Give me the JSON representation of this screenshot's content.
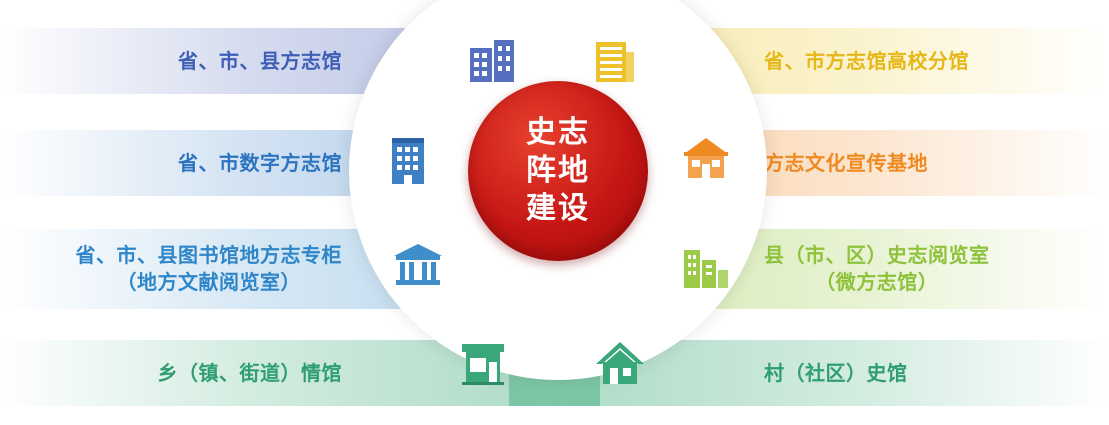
{
  "center": {
    "lines": [
      "史志",
      "阵地",
      "建设"
    ],
    "color": "#c51614"
  },
  "left_items": [
    {
      "lines": [
        "省、市、县方志馆"
      ],
      "color": "#3f5fb7"
    },
    {
      "lines": [
        "省、市数字方志馆"
      ],
      "color": "#2d74c0"
    },
    {
      "lines": [
        "省、市、县图书馆地方志专柜",
        "（地方文献阅览室）"
      ],
      "color": "#2f86c8"
    },
    {
      "lines": [
        "乡（镇、街道）情馆"
      ],
      "color": "#2f9e72"
    }
  ],
  "right_items": [
    {
      "lines": [
        "省、市方志馆高校分馆"
      ],
      "color": "#e6b817"
    },
    {
      "lines": [
        "方志文化宣传基地"
      ],
      "color": "#ef8a22"
    },
    {
      "lines": [
        "县（市、区）史志阅览室",
        "（微方志馆）"
      ],
      "color": "#8dc23a"
    },
    {
      "lines": [
        "村（社区）史馆"
      ],
      "color": "#2f9e72"
    }
  ],
  "icons": [
    {
      "name": "office-building-icon",
      "color": "#5570bf"
    },
    {
      "name": "apartment-building-icon",
      "color": "#edc12a"
    },
    {
      "name": "tall-building-icon",
      "color": "#3f7fc4"
    },
    {
      "name": "house-icon",
      "color": "#ef8a22"
    },
    {
      "name": "library-icon",
      "color": "#3f8ec9"
    },
    {
      "name": "city-buildings-icon",
      "color": "#9ccb47"
    },
    {
      "name": "shop-icon",
      "color": "#3aa77a"
    },
    {
      "name": "home-icon",
      "color": "#3aa77a"
    }
  ]
}
